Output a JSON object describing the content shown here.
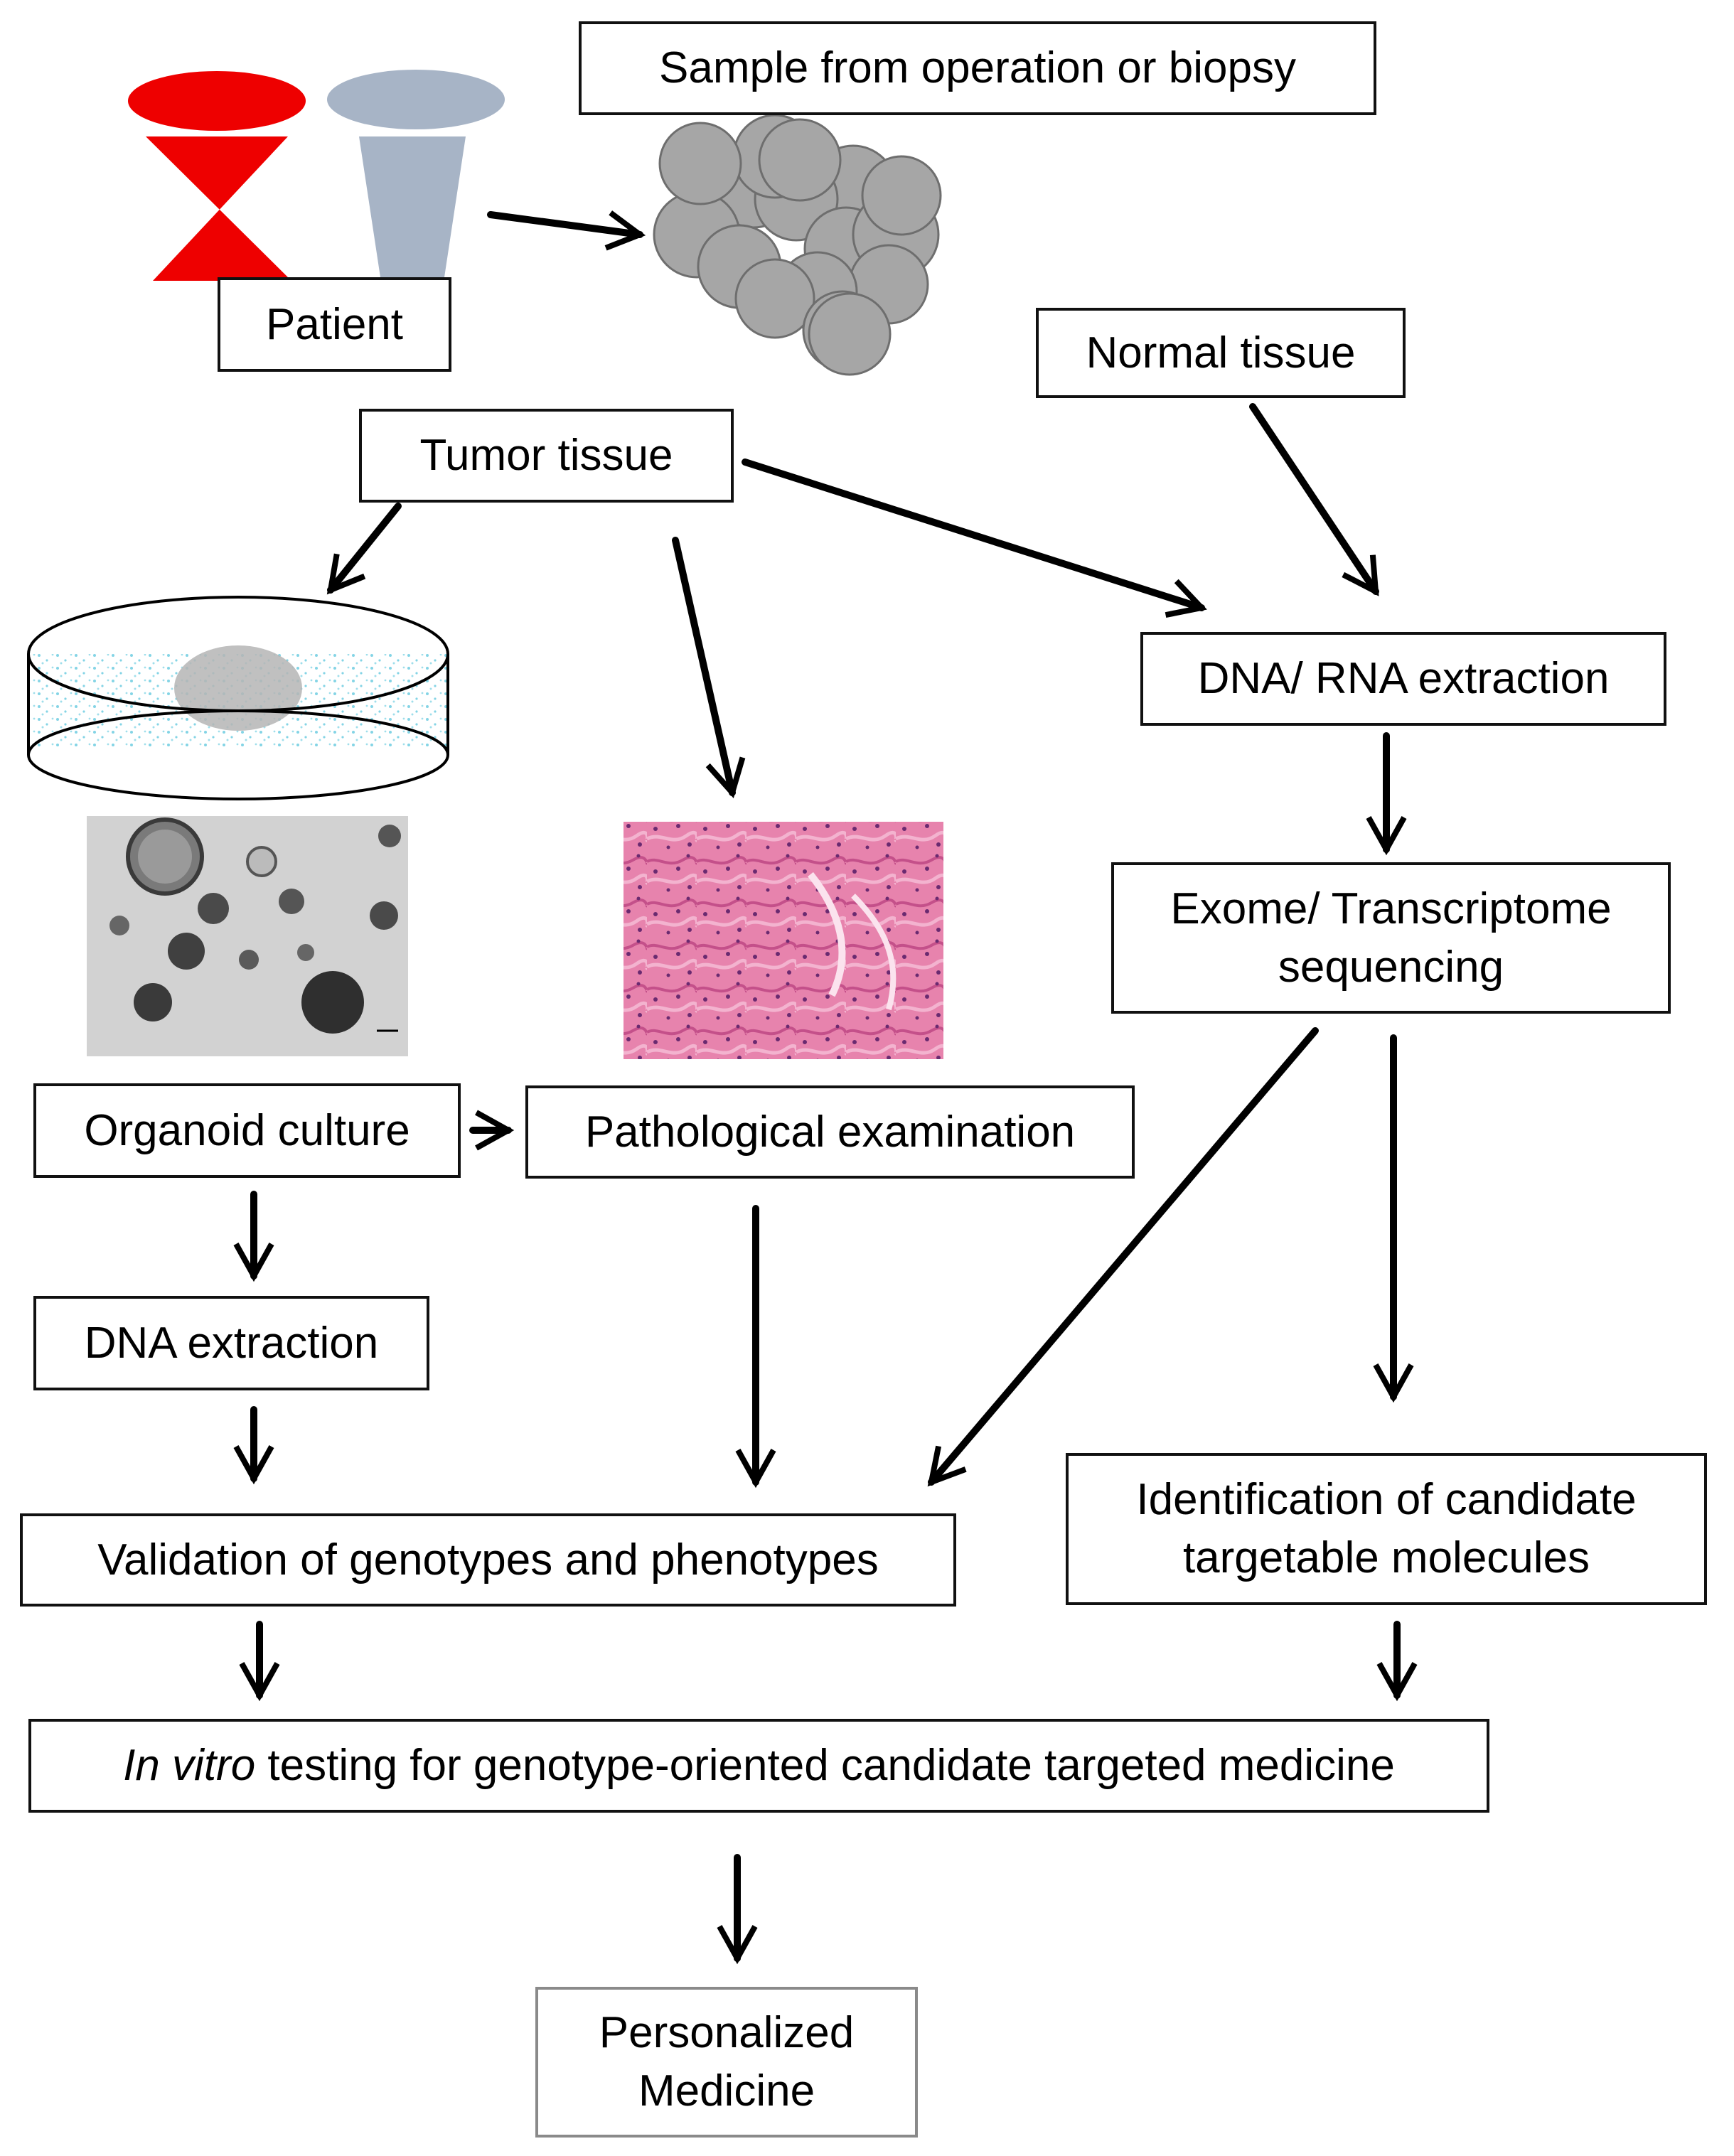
{
  "nodes": {
    "patient": "Patient",
    "sample": "Sample from operation or biopsy",
    "normal_tissue": "Normal tissue",
    "tumor_tissue": "Tumor tissue",
    "dna_rna_extraction": "DNA/ RNA extraction",
    "exome_line1": "Exome/ Transcriptome",
    "exome_line2": "sequencing",
    "organoid_culture": "Organoid culture",
    "pathological_examination": "Pathological examination",
    "dna_extraction": "DNA extraction",
    "validation": "Validation of genotypes and phenotypes",
    "identification_line1": "Identification of candidate",
    "identification_line2": "targetable molecules",
    "in_vitro_italic": "In vitro",
    "in_vitro_rest": " testing for genotype-oriented candidate targeted medicine",
    "personalized_line1": "Personalized",
    "personalized_line2": "Medicine"
  },
  "colors": {
    "patient_figure_left": "#ee0000",
    "patient_figure_right": "#a7b4c6",
    "cells": "#a6a6a6",
    "dish_dots": "#5bc6dc",
    "histology": "#e07aa8",
    "organoid_background": "#d2d2d2"
  },
  "icons": {
    "patient": "person-pair-icon",
    "sample": "cell-cluster-icon",
    "dish": "petri-dish-icon",
    "organoid": "organoid-micrograph",
    "histology": "he-stain-micrograph"
  }
}
